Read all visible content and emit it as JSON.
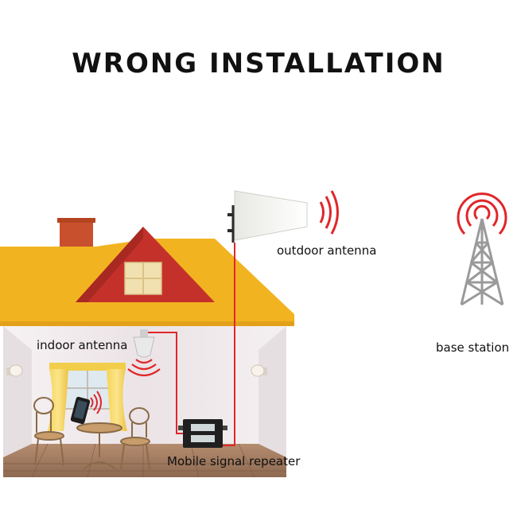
{
  "title": "WRONG INSTALLATION",
  "labels": {
    "outdoor_antenna": "outdoor antenna",
    "base_station": "base station",
    "indoor_antenna": "indoor antenna",
    "repeater": "Mobile signal repeater"
  },
  "colors": {
    "roof": "#f2b321",
    "gable": "#c4312a",
    "chimney": "#c9502c",
    "wall": "#f3eff0",
    "floor": "#a57e63",
    "cable": "#e0262a",
    "signal": "#e0262a",
    "tower": "#9a9a9a"
  }
}
